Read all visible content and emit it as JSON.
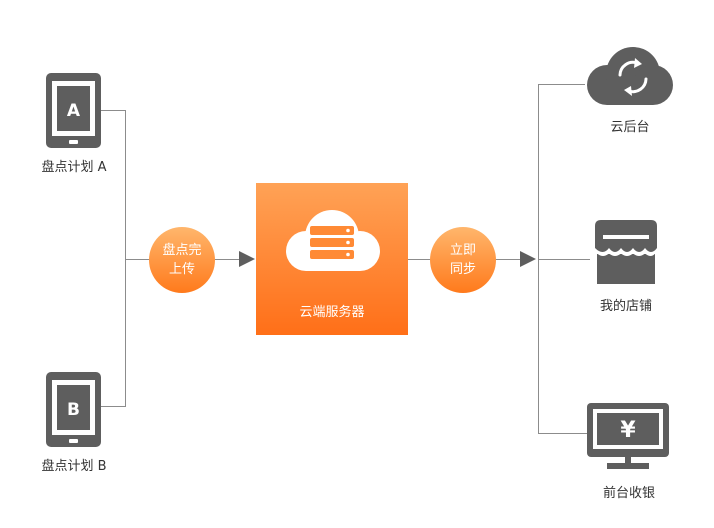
{
  "devices": [
    {
      "id": "A",
      "letter": "A",
      "label": "盘点计划 A"
    },
    {
      "id": "B",
      "letter": "B",
      "label": "盘点计划 B"
    }
  ],
  "upload_step": {
    "line1": "盘点完",
    "line2": "上传"
  },
  "server": {
    "label": "云端服务器"
  },
  "sync_step": {
    "line1": "立即",
    "line2": "同步"
  },
  "targets": [
    {
      "id": "cloud-backend",
      "label": "云后台",
      "icon": "cloud-refresh-icon"
    },
    {
      "id": "my-store",
      "label": "我的店铺",
      "icon": "storefront-icon"
    },
    {
      "id": "pos",
      "label": "前台收银",
      "icon": "monitor-yen-icon",
      "symbol": "¥"
    }
  ],
  "colors": {
    "accent": "#ff7a1c",
    "icon_gray": "#5e5e5e",
    "line_gray": "#8c8c8c"
  }
}
